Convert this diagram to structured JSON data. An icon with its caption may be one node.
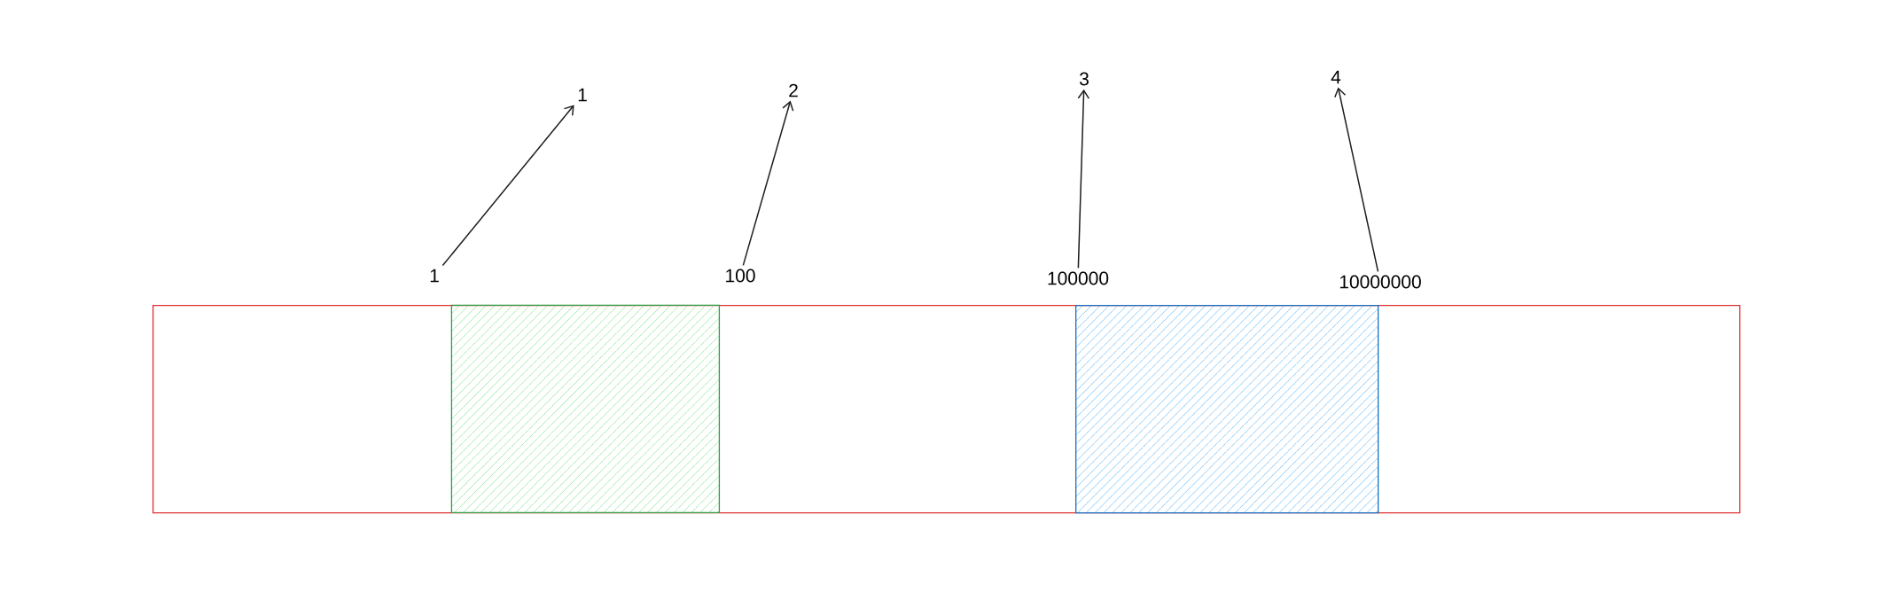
{
  "diagram": {
    "nodes": [
      {
        "text": [],
        "shape": "box"
      },
      {
        "text": [],
        "shape": "box",
        "in": 0
      },
      {
        "text": [],
        "shape": "box",
        "in": 0
      },
      {
        "text": [
          "1"
        ]
      },
      {
        "text": [
          "100"
        ]
      },
      {
        "text": [
          "100000"
        ]
      },
      {
        "text": [
          "10000000"
        ]
      },
      {
        "text": [
          "1"
        ]
      },
      {
        "text": [
          "2"
        ]
      },
      {
        "text": [
          "3"
        ]
      },
      {
        "text": [
          "4"
        ]
      }
    ],
    "edges": [
      {
        "from": 3,
        "to": 7,
        "arrow": "to"
      },
      {
        "from": 4,
        "to": 8,
        "arrow": "to"
      },
      {
        "from": 5,
        "to": 9,
        "arrow": "to"
      },
      {
        "from": 6,
        "to": 10,
        "arrow": "to"
      }
    ]
  }
}
